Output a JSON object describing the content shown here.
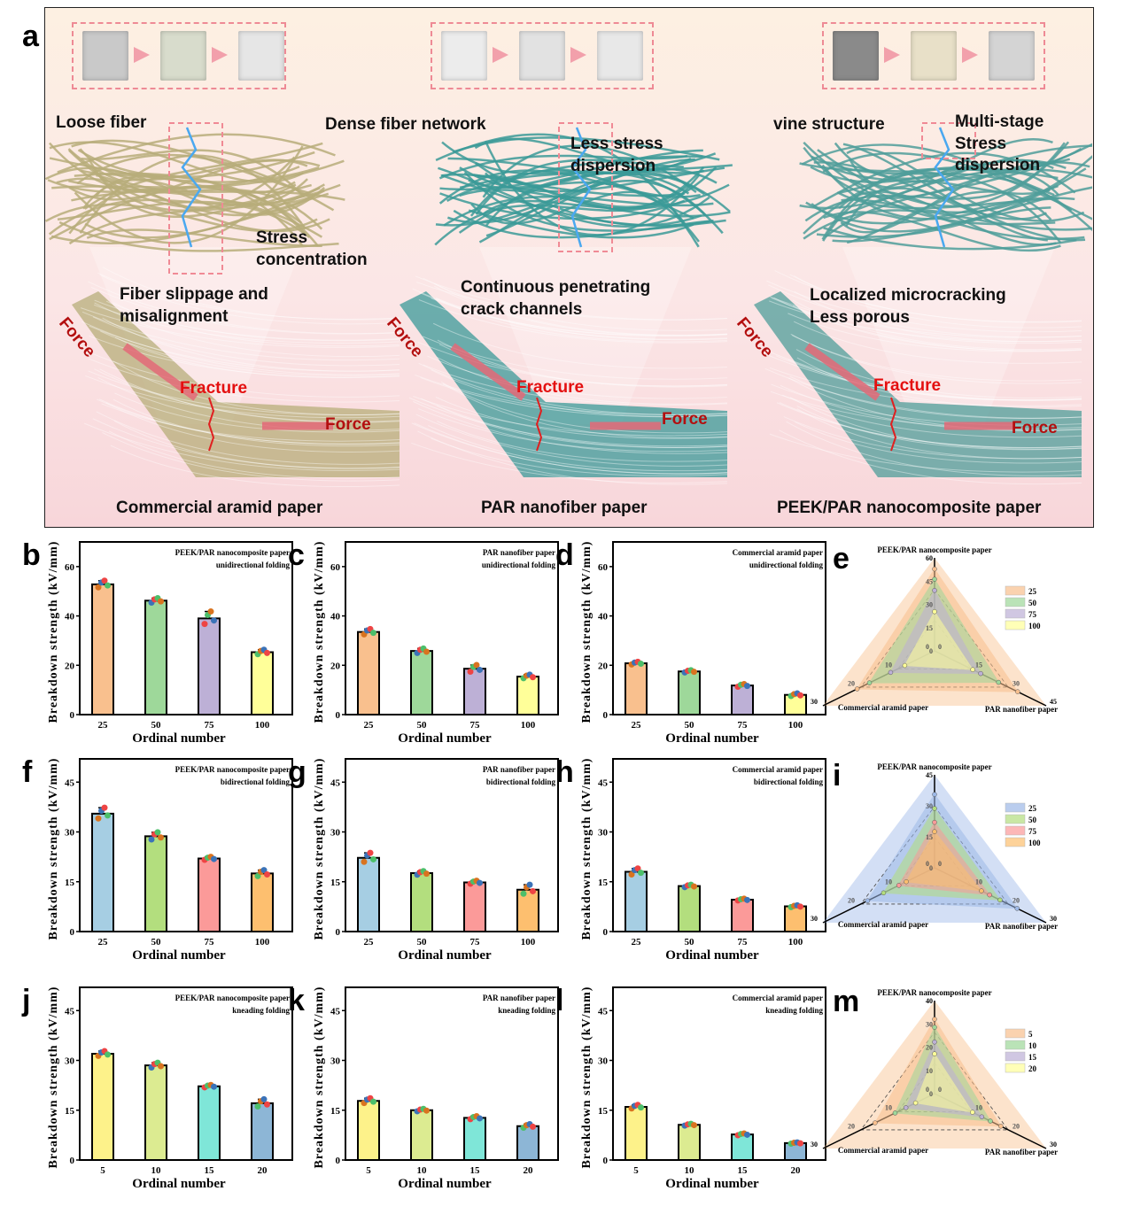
{
  "panel_a": {
    "letter": "a",
    "columns": [
      {
        "title": "Commercial aramid paper",
        "fiber_color": "#b7ad7a",
        "upper_left": "Loose fiber",
        "upper_right": "Stress\nconcentration",
        "middle": "Fiber slippage and\nmisalignment",
        "force1": "Force",
        "fracture": "Fracture",
        "force2": "Force"
      },
      {
        "title": "PAR nanofiber paper",
        "fiber_color": "#3b9a98",
        "upper_left": "Dense fiber network",
        "upper_right": "Less stress\ndispersion",
        "middle": "Continuous penetrating\ncrack channels",
        "force1": "Force",
        "fracture": "Fracture",
        "force2": "Force"
      },
      {
        "title": "PEEK/PAR nanocomposite paper",
        "fiber_color": "#4f9e9a",
        "upper_left": "vine structure",
        "upper_right": "Multi-stage\nStress\ndispersion",
        "middle": "Localized microcracking\nLess porous",
        "force1": "Force",
        "fracture": "Fracture",
        "force2": "Force"
      }
    ]
  },
  "chart_data": [
    {
      "id": "b",
      "letter": "b",
      "type": "bar",
      "title": "PEEK/PAR nanocomposite paper",
      "subtitle": "unidirectional folding",
      "xlabel": "Ordinal number",
      "ylabel": "Breakdown strength (kV/mm)",
      "categories": [
        "25",
        "50",
        "75",
        "100"
      ],
      "values": [
        52.8,
        46.2,
        39.0,
        25.3
      ],
      "errors": [
        1.5,
        1.0,
        2.8,
        1.0
      ],
      "ylim": [
        0,
        70
      ],
      "yticks": [
        0,
        20,
        40,
        60
      ],
      "colors": [
        "#F9C08E",
        "#9ED89A",
        "#BDB0D6",
        "#FFFF99"
      ]
    },
    {
      "id": "c",
      "letter": "c",
      "type": "bar",
      "title": "PAR nanofiber paper",
      "subtitle": "unidirectional folding",
      "xlabel": "Ordinal number",
      "ylabel": "Breakdown strength (kV/mm)",
      "categories": [
        "25",
        "50",
        "75",
        "100"
      ],
      "values": [
        33.5,
        25.8,
        18.6,
        15.4
      ],
      "errors": [
        1.2,
        1.0,
        1.5,
        0.8
      ],
      "ylim": [
        0,
        70
      ],
      "yticks": [
        0,
        20,
        40,
        60
      ],
      "colors": [
        "#F9C08E",
        "#9ED89A",
        "#BDB0D6",
        "#FFFF99"
      ]
    },
    {
      "id": "d",
      "letter": "d",
      "type": "bar",
      "title": "Commercial aramid paper",
      "subtitle": "unidirectional folding",
      "xlabel": "Ordinal number",
      "ylabel": "Breakdown strength (kV/mm)",
      "categories": [
        "25",
        "50",
        "75",
        "100"
      ],
      "values": [
        20.8,
        17.5,
        11.8,
        8.0
      ],
      "errors": [
        0.6,
        0.5,
        0.6,
        0.6
      ],
      "ylim": [
        0,
        70
      ],
      "yticks": [
        0,
        20,
        40,
        60
      ],
      "colors": [
        "#F9C08E",
        "#9ED89A",
        "#BDB0D6",
        "#FFFF99"
      ]
    },
    {
      "id": "f",
      "letter": "f",
      "type": "bar",
      "title": "PEEK/PAR nanocomposite paper",
      "subtitle": "bidirectional folding",
      "xlabel": "Ordinal number",
      "ylabel": "Breakdown strength (kV/mm)",
      "categories": [
        "25",
        "50",
        "75",
        "100"
      ],
      "values": [
        35.5,
        28.7,
        22.0,
        17.5
      ],
      "errors": [
        1.8,
        1.2,
        0.5,
        1.0
      ],
      "ylim": [
        0,
        52
      ],
      "yticks": [
        0,
        15,
        30,
        45
      ],
      "colors": [
        "#A6CEE3",
        "#B3DE7E",
        "#FB9A99",
        "#FDBF6F"
      ]
    },
    {
      "id": "g",
      "letter": "g",
      "type": "bar",
      "title": "PAR nanofiber paper",
      "subtitle": "bidirectional folding",
      "xlabel": "Ordinal number",
      "ylabel": "Breakdown strength (kV/mm)",
      "categories": [
        "25",
        "50",
        "75",
        "100"
      ],
      "values": [
        22.2,
        17.6,
        14.8,
        12.6
      ],
      "errors": [
        1.5,
        0.6,
        0.5,
        1.5
      ],
      "ylim": [
        0,
        52
      ],
      "yticks": [
        0,
        15,
        30,
        45
      ],
      "colors": [
        "#A6CEE3",
        "#B3DE7E",
        "#FB9A99",
        "#FDBF6F"
      ]
    },
    {
      "id": "h",
      "letter": "h",
      "type": "bar",
      "title": "Commercial aramid paper",
      "subtitle": "bidirectional folding",
      "xlabel": "Ordinal number",
      "ylabel": "Breakdown strength (kV/mm)",
      "categories": [
        "25",
        "50",
        "75",
        "100"
      ],
      "values": [
        18.0,
        13.7,
        9.6,
        7.6
      ],
      "errors": [
        1.0,
        0.4,
        0.3,
        0.3
      ],
      "ylim": [
        0,
        52
      ],
      "yticks": [
        0,
        15,
        30,
        45
      ],
      "colors": [
        "#A6CEE3",
        "#B3DE7E",
        "#FB9A99",
        "#FDBF6F"
      ]
    },
    {
      "id": "j",
      "letter": "j",
      "type": "bar",
      "title": "PEEK/PAR nanocomposite paper",
      "subtitle": "kneading folding",
      "xlabel": "Ordinal number",
      "ylabel": "Breakdown strength (kV/mm)",
      "categories": [
        "5",
        "10",
        "15",
        "20"
      ],
      "values": [
        32.0,
        28.5,
        22.2,
        17.1
      ],
      "errors": [
        0.8,
        0.8,
        0.4,
        1.2
      ],
      "ylim": [
        0,
        52
      ],
      "yticks": [
        0,
        15,
        30,
        45
      ],
      "colors": [
        "#FDF28A",
        "#DCEB91",
        "#7FE6D8",
        "#8DB6D6"
      ]
    },
    {
      "id": "k",
      "letter": "k",
      "type": "bar",
      "title": "PAR nanofiber paper",
      "subtitle": "kneading folding",
      "xlabel": "Ordinal number",
      "ylabel": "Breakdown strength (kV/mm)",
      "categories": [
        "5",
        "10",
        "15",
        "20"
      ],
      "values": [
        17.8,
        15.0,
        12.7,
        10.2
      ],
      "errors": [
        0.8,
        0.4,
        0.5,
        0.6
      ],
      "ylim": [
        0,
        52
      ],
      "yticks": [
        0,
        15,
        30,
        45
      ],
      "colors": [
        "#FDF28A",
        "#DCEB91",
        "#7FE6D8",
        "#8DB6D6"
      ]
    },
    {
      "id": "l",
      "letter": "l",
      "type": "bar",
      "title": "Commercial aramid paper",
      "subtitle": "kneading folding",
      "xlabel": "Ordinal number",
      "ylabel": "Breakdown strength (kV/mm)",
      "categories": [
        "5",
        "10",
        "15",
        "20"
      ],
      "values": [
        16.0,
        10.6,
        7.7,
        5.1
      ],
      "errors": [
        0.6,
        0.3,
        0.3,
        0.2
      ],
      "ylim": [
        0,
        52
      ],
      "yticks": [
        0,
        15,
        30,
        45
      ],
      "colors": [
        "#FDF28A",
        "#DCEB91",
        "#7FE6D8",
        "#8DB6D6"
      ]
    },
    {
      "id": "e",
      "letter": "e",
      "type": "radar",
      "axes": [
        {
          "name": "PEEK/PAR nanocomposite paper",
          "max": 60,
          "ticks": [
            0,
            15,
            30,
            45,
            60
          ]
        },
        {
          "name": "PAR nanofiber paper",
          "max": 45,
          "ticks": [
            0,
            15,
            30,
            45
          ]
        },
        {
          "name": "Commercial aramid paper",
          "max": 30,
          "ticks": [
            0,
            10,
            20,
            30
          ]
        }
      ],
      "series": [
        {
          "name": "25",
          "values": [
            52.8,
            33.5,
            20.8
          ],
          "color": "#F9C08E"
        },
        {
          "name": "50",
          "values": [
            46.2,
            25.8,
            17.5
          ],
          "color": "#9ED89A"
        },
        {
          "name": "75",
          "values": [
            39.0,
            18.6,
            11.8
          ],
          "color": "#BDB0D6"
        },
        {
          "name": "100",
          "values": [
            25.3,
            15.4,
            8.0
          ],
          "color": "#FFFF99"
        }
      ],
      "legend": "right"
    },
    {
      "id": "i",
      "letter": "i",
      "type": "radar",
      "axes": [
        {
          "name": "PEEK/PAR nanocomposite paper",
          "max": 45,
          "ticks": [
            0,
            15,
            30,
            45
          ]
        },
        {
          "name": "PAR nanofiber paper",
          "max": 30,
          "ticks": [
            0,
            10,
            20,
            30
          ]
        },
        {
          "name": "Commercial aramid paper",
          "max": 30,
          "ticks": [
            0,
            10,
            20,
            30
          ]
        }
      ],
      "series": [
        {
          "name": "25",
          "values": [
            35.5,
            22.2,
            18.0
          ],
          "color": "#9DB9E8"
        },
        {
          "name": "50",
          "values": [
            28.7,
            17.6,
            13.7
          ],
          "color": "#B3DE7E"
        },
        {
          "name": "75",
          "values": [
            22.0,
            14.8,
            9.6
          ],
          "color": "#FB9A99"
        },
        {
          "name": "100",
          "values": [
            17.5,
            12.6,
            7.6
          ],
          "color": "#FDBF6F"
        }
      ],
      "legend": "right"
    },
    {
      "id": "m",
      "letter": "m",
      "type": "radar",
      "axes": [
        {
          "name": "PEEK/PAR nanocomposite paper",
          "max": 40,
          "ticks": [
            0,
            10,
            20,
            30,
            40
          ]
        },
        {
          "name": "PAR nanofiber paper",
          "max": 30,
          "ticks": [
            0,
            10,
            20,
            30
          ]
        },
        {
          "name": "Commercial aramid paper",
          "max": 30,
          "ticks": [
            0,
            10,
            20,
            30
          ]
        }
      ],
      "series": [
        {
          "name": "5",
          "values": [
            32.0,
            17.8,
            16.0
          ],
          "color": "#F9C08E"
        },
        {
          "name": "10",
          "values": [
            28.5,
            15.0,
            10.6
          ],
          "color": "#9ED89A"
        },
        {
          "name": "15",
          "values": [
            22.2,
            12.7,
            7.7
          ],
          "color": "#BDB0D6"
        },
        {
          "name": "20",
          "values": [
            17.1,
            10.2,
            5.1
          ],
          "color": "#FFFF99"
        }
      ],
      "legend": "right"
    }
  ]
}
